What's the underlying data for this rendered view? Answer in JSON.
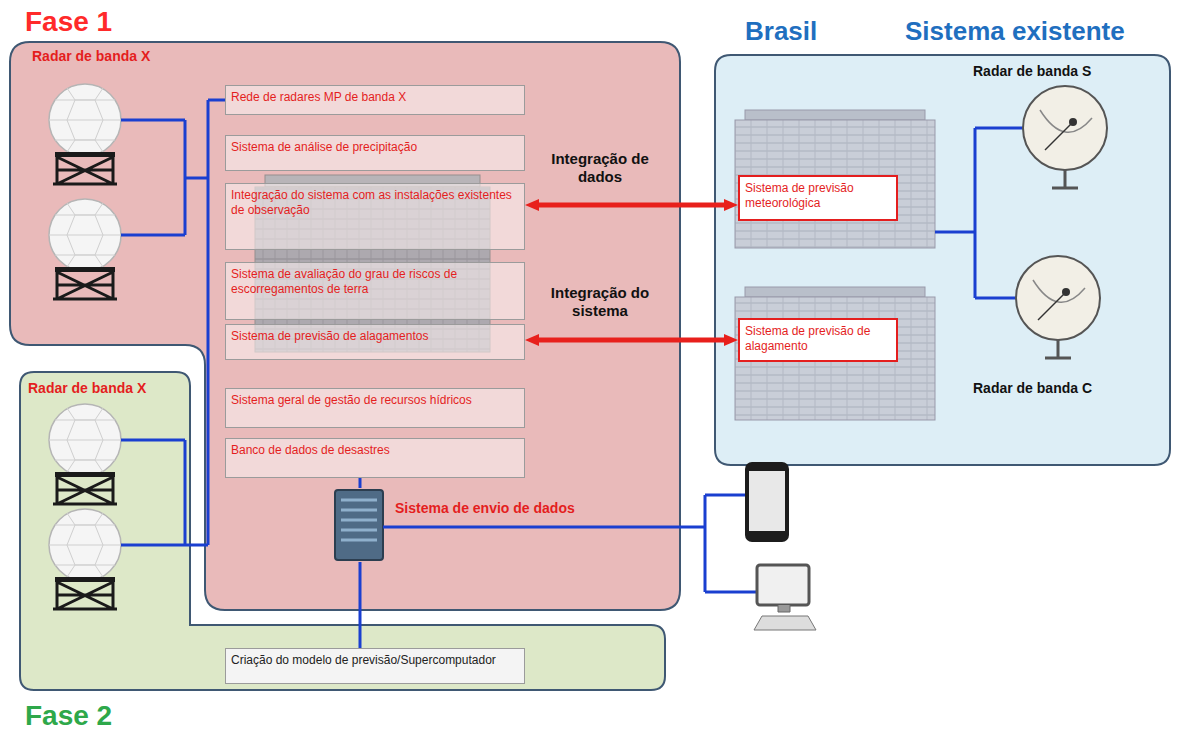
{
  "diagram": {
    "nodes": [
      {
        "text": [
          "Fase 1",
          "Radar de banda X"
        ]
      },
      {
        "text": [
          "Rede de radares MP de banda X"
        ],
        "in": 0
      },
      {
        "text": [
          "Sistema de análise de precipitação"
        ],
        "in": 0
      },
      {
        "text": [
          "Integração do sistema com as instalações existentes de observação"
        ],
        "in": 0
      },
      {
        "text": [
          "Sistema de avaliação do grau de riscos de escorregamentos de terra"
        ],
        "in": 0
      },
      {
        "text": [
          "Sistema de previsão de alagamentos"
        ],
        "in": 0
      },
      {
        "text": [
          "Sistema geral de gestão de recursos hídricos"
        ],
        "in": 0
      },
      {
        "text": [
          "Banco de dados de desastres"
        ],
        "in": 0
      },
      {
        "text": [
          "Sistema de envio de dados"
        ],
        "in": 0
      },
      {
        "text": [
          "Radar de banda X",
          "Fase 2"
        ]
      },
      {
        "text": [
          "Criação do modelo de previsão/Supercomputador"
        ],
        "in": 9
      },
      {
        "text": [
          "Brasil",
          "Sistema existente",
          "Radar de banda S",
          "Radar de banda C"
        ]
      },
      {
        "text": [
          "Sistema de previsão meteorológica"
        ],
        "in": 11
      },
      {
        "text": [
          "Sistema de previsão de alagamento"
        ],
        "in": 11
      }
    ],
    "edges": [
      {
        "from": 3,
        "to": 12,
        "label": "Integração de dados",
        "arrow": "both"
      },
      {
        "from": 5,
        "to": 13,
        "label": "Integração do sistema",
        "arrow": "both"
      },
      {
        "from": 7,
        "to": 8,
        "arrow": "none"
      },
      {
        "from": 8,
        "to": 10,
        "arrow": "none"
      }
    ]
  }
}
